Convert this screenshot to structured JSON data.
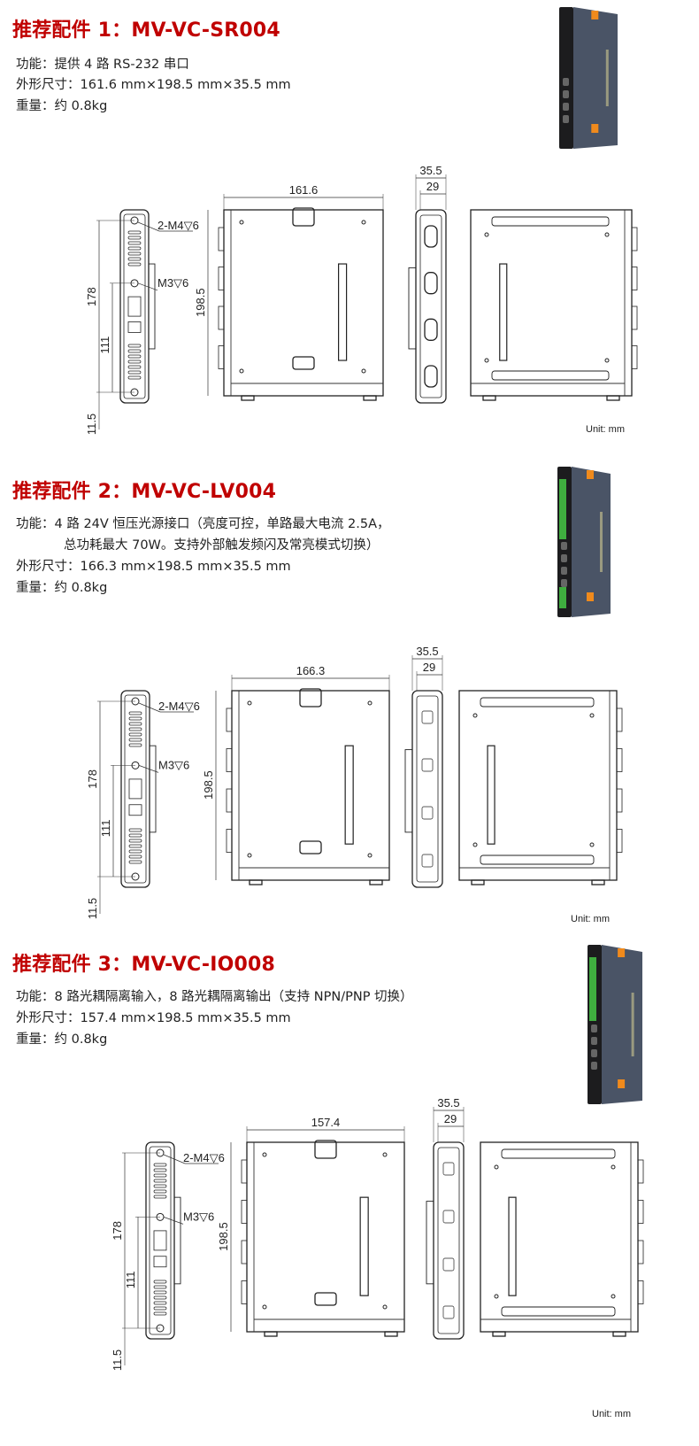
{
  "sections": [
    {
      "title": "推荐配件 1：MV-VC-SR004",
      "lines": [
        "功能：提供 4 路 RS-232 串口",
        "外形尺寸：161.6 mm×198.5 mm×35.5 mm",
        "重量：约 0.8kg"
      ],
      "dims": {
        "width": "161.6",
        "height": "198.5",
        "depth": "35.5",
        "inner_depth": "29",
        "hole_span": "178",
        "hole_mid": "111",
        "offset": "11.5",
        "m4": "2-M4▽6",
        "m3": "M3▽6"
      },
      "unit": "Unit: mm",
      "ports": "db9"
    },
    {
      "title": "推荐配件 2：MV-VC-LV004",
      "lines": [
        "功能：4 路 24V 恒压光源接口（亮度可控，单路最大电流 2.5A，",
        "总功耗最大 70W。支持外部触发频闪及常亮模式切换）",
        "外形尺寸：166.3 mm×198.5 mm×35.5 mm",
        "重量：约 0.8kg"
      ],
      "dims": {
        "width": "166.3",
        "height": "198.5",
        "depth": "35.5",
        "inner_depth": "29",
        "hole_span": "178",
        "hole_mid": "111",
        "offset": "11.5",
        "m4": "2-M4▽6",
        "m3": "M3▽6"
      },
      "unit": "Unit: mm",
      "ports": "light"
    },
    {
      "title": "推荐配件 3：MV-VC-IO008",
      "lines": [
        "功能：8 路光耦隔离输入，8 路光耦隔离输出（支持 NPN/PNP 切换）",
        "外形尺寸：157.4 mm×198.5 mm×35.5 mm",
        "重量：约 0.8kg"
      ],
      "dims": {
        "width": "157.4",
        "height": "198.5",
        "depth": "35.5",
        "inner_depth": "29",
        "hole_span": "178",
        "hole_mid": "111",
        "offset": "11.5",
        "m4": "2-M4▽6",
        "m3": "M3▽6"
      },
      "unit": "Unit: mm",
      "ports": "terminal"
    }
  ],
  "colors": {
    "title": "#c00000",
    "device_body": "#4a5466",
    "device_edge": "#1c1c1e",
    "accent_orange": "#f08a1c",
    "terminal_green": "#3fae3f"
  }
}
